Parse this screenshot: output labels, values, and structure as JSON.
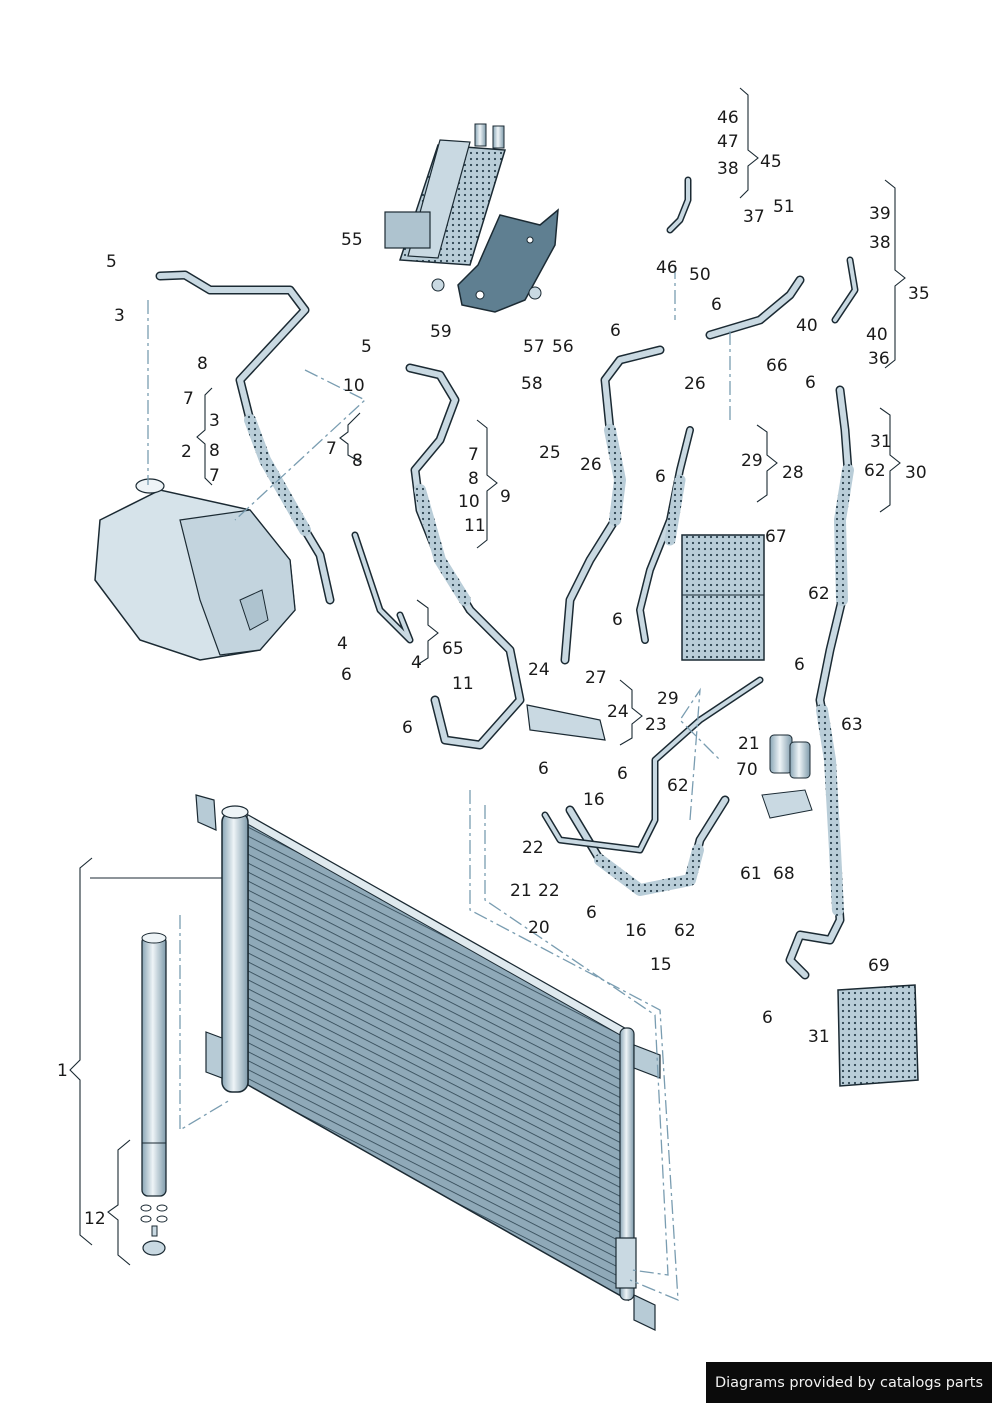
{
  "diagram": {
    "title": "Air conditioning refrigerant circuit - exploded parts diagram",
    "palette": {
      "part_fill": "#c9d9e2",
      "part_dark": "#5f7f91",
      "outline": "#1b2a33",
      "leader_dash": "#7a9db1",
      "label_text": "#1a1a1a"
    },
    "components": [
      {
        "id": "condenser",
        "name": "Condenser"
      },
      {
        "id": "dryer",
        "name": "Dryer cartridge"
      },
      {
        "id": "compressor",
        "name": "AC compressor"
      },
      {
        "id": "reservoir",
        "name": "Reservoir"
      },
      {
        "id": "bracket",
        "name": "Bracket"
      },
      {
        "id": "valve-block",
        "name": "Valve block"
      },
      {
        "id": "heat-exchanger",
        "name": "Heat exchanger"
      },
      {
        "id": "hose-high",
        "name": "High pressure hose"
      },
      {
        "id": "hose-low",
        "name": "Low pressure hose"
      }
    ],
    "labels": [
      {
        "id": "l46a",
        "text": "46"
      },
      {
        "id": "l47",
        "text": "47"
      },
      {
        "id": "l38a",
        "text": "38"
      },
      {
        "id": "l45",
        "text": "45"
      },
      {
        "id": "l37",
        "text": "37"
      },
      {
        "id": "l51",
        "text": "51"
      },
      {
        "id": "l46b",
        "text": "46"
      },
      {
        "id": "l50",
        "text": "50"
      },
      {
        "id": "l6a",
        "text": "6"
      },
      {
        "id": "l39",
        "text": "39"
      },
      {
        "id": "l38b",
        "text": "38"
      },
      {
        "id": "l35",
        "text": "35"
      },
      {
        "id": "l40a",
        "text": "40"
      },
      {
        "id": "l40b",
        "text": "40"
      },
      {
        "id": "l36",
        "text": "36"
      },
      {
        "id": "l6b",
        "text": "6"
      },
      {
        "id": "l66",
        "text": "66"
      },
      {
        "id": "l26a",
        "text": "26"
      },
      {
        "id": "l6c",
        "text": "6"
      },
      {
        "id": "l55",
        "text": "55"
      },
      {
        "id": "l59",
        "text": "59"
      },
      {
        "id": "l57",
        "text": "57"
      },
      {
        "id": "l56",
        "text": "56"
      },
      {
        "id": "l58",
        "text": "58"
      },
      {
        "id": "l5a",
        "text": "5"
      },
      {
        "id": "l3a",
        "text": "3"
      },
      {
        "id": "l8a",
        "text": "8"
      },
      {
        "id": "l5b",
        "text": "5"
      },
      {
        "id": "l10a",
        "text": "10"
      },
      {
        "id": "l7a",
        "text": "7"
      },
      {
        "id": "l3b",
        "text": "3"
      },
      {
        "id": "l2",
        "text": "2"
      },
      {
        "id": "l8b",
        "text": "8"
      },
      {
        "id": "l7b",
        "text": "7"
      },
      {
        "id": "l7c",
        "text": "7"
      },
      {
        "id": "l8c",
        "text": "8"
      },
      {
        "id": "l7d",
        "text": "7"
      },
      {
        "id": "l8d",
        "text": "8"
      },
      {
        "id": "l10b",
        "text": "10"
      },
      {
        "id": "l9",
        "text": "9"
      },
      {
        "id": "l11a",
        "text": "11"
      },
      {
        "id": "l25",
        "text": "25"
      },
      {
        "id": "l26b",
        "text": "26"
      },
      {
        "id": "l6d",
        "text": "6"
      },
      {
        "id": "l29a",
        "text": "29"
      },
      {
        "id": "l28",
        "text": "28"
      },
      {
        "id": "l31a",
        "text": "31"
      },
      {
        "id": "l62a",
        "text": "62"
      },
      {
        "id": "l30",
        "text": "30"
      },
      {
        "id": "l67",
        "text": "67"
      },
      {
        "id": "l62b",
        "text": "62"
      },
      {
        "id": "l6e",
        "text": "6"
      },
      {
        "id": "l63",
        "text": "63"
      },
      {
        "id": "l6f",
        "text": "6"
      },
      {
        "id": "l29b",
        "text": "29"
      },
      {
        "id": "l4a",
        "text": "4"
      },
      {
        "id": "l65",
        "text": "65"
      },
      {
        "id": "l4b",
        "text": "4"
      },
      {
        "id": "l6g",
        "text": "6"
      },
      {
        "id": "l11b",
        "text": "11"
      },
      {
        "id": "l6h",
        "text": "6"
      },
      {
        "id": "l24a",
        "text": "24"
      },
      {
        "id": "l27",
        "text": "27"
      },
      {
        "id": "l24b",
        "text": "24"
      },
      {
        "id": "l23",
        "text": "23"
      },
      {
        "id": "l6i",
        "text": "6"
      },
      {
        "id": "l6j",
        "text": "6"
      },
      {
        "id": "l21a",
        "text": "21"
      },
      {
        "id": "l70",
        "text": "70"
      },
      {
        "id": "l62c",
        "text": "62"
      },
      {
        "id": "l16a",
        "text": "16"
      },
      {
        "id": "l22a",
        "text": "22"
      },
      {
        "id": "l61",
        "text": "61"
      },
      {
        "id": "l68",
        "text": "68"
      },
      {
        "id": "l21b",
        "text": "21"
      },
      {
        "id": "l22b",
        "text": "22"
      },
      {
        "id": "l6k",
        "text": "6"
      },
      {
        "id": "l20",
        "text": "20"
      },
      {
        "id": "l16b",
        "text": "16"
      },
      {
        "id": "l62d",
        "text": "62"
      },
      {
        "id": "l15",
        "text": "15"
      },
      {
        "id": "l69",
        "text": "69"
      },
      {
        "id": "l6l",
        "text": "6"
      },
      {
        "id": "l31b",
        "text": "31"
      },
      {
        "id": "l1",
        "text": "1"
      },
      {
        "id": "l12",
        "text": "12"
      }
    ]
  },
  "footer": {
    "credit": "Diagrams provided by catalogs parts"
  }
}
